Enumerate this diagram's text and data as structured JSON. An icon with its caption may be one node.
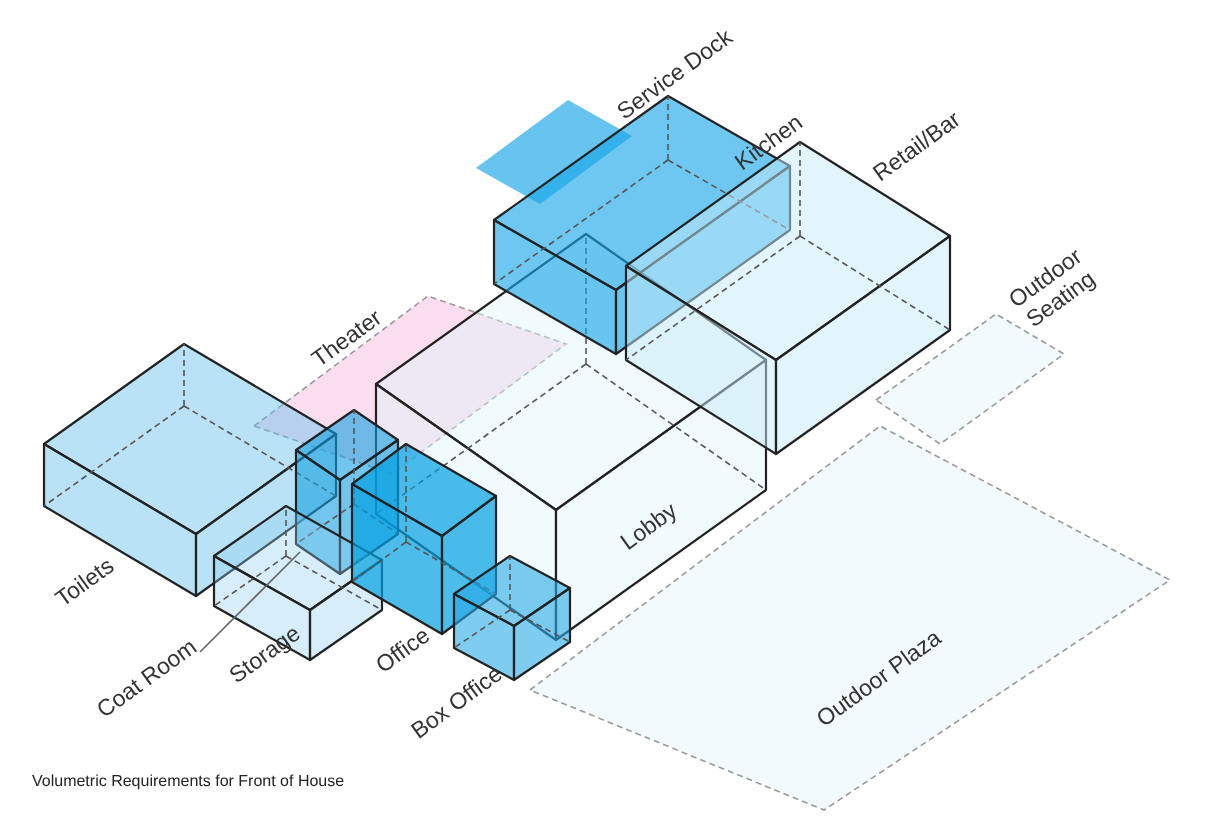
{
  "diagram": {
    "caption": "Volumetric Requirements for Front of House",
    "nodes": [
      {
        "text": [
          "Service Dock"
        ]
      },
      {
        "text": [
          "Kitchen"
        ]
      },
      {
        "text": [
          "Retail/Bar"
        ]
      },
      {
        "text": [
          "Theater"
        ]
      },
      {
        "text": [
          "Outdoor Seating"
        ]
      },
      {
        "text": [
          "Toilets"
        ]
      },
      {
        "text": [
          "Lobby"
        ]
      },
      {
        "text": [],
        "shape": "box"
      },
      {
        "text": [
          "Storage"
        ]
      },
      {
        "text": [
          "Office"
        ]
      },
      {
        "text": [
          "Box Office"
        ]
      },
      {
        "text": [
          "Coat Room"
        ]
      },
      {
        "text": [
          "Outdoor Plaza"
        ]
      }
    ],
    "edges": [
      {
        "from": 11,
        "to": 7,
        "arrow": "none"
      }
    ]
  }
}
